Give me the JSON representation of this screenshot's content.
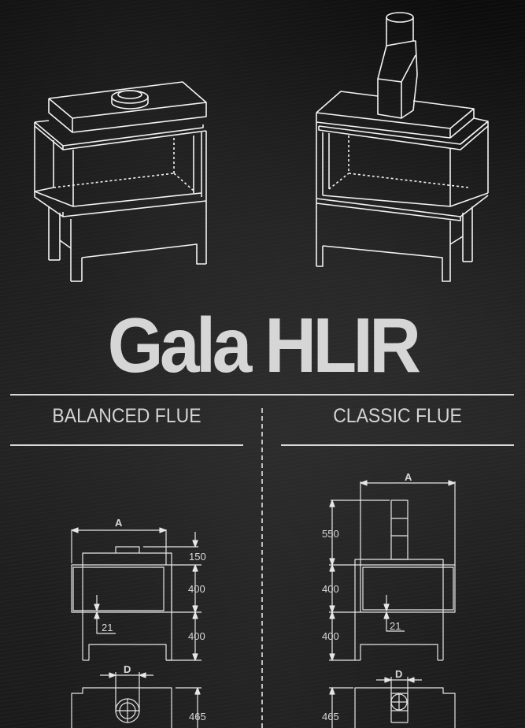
{
  "title": "Gala HLIR",
  "sections": [
    {
      "label": "BALANCED FLUE",
      "dimensions": {
        "width_label": "A",
        "flue_height": "150",
        "glass_height": "400",
        "base_height": "400",
        "glass_offset": "21",
        "flue_diameter_label": "D",
        "depth": "465"
      }
    },
    {
      "label": "CLASSIC FLUE",
      "dimensions": {
        "width_label": "A",
        "flue_height": "550",
        "glass_height": "400",
        "base_height": "400",
        "glass_offset": "21",
        "flue_diameter_label": "D",
        "depth": "465"
      }
    }
  ],
  "colors": {
    "line": "#f2f2f2",
    "title": "#d6d6d6",
    "background": "#141414"
  }
}
